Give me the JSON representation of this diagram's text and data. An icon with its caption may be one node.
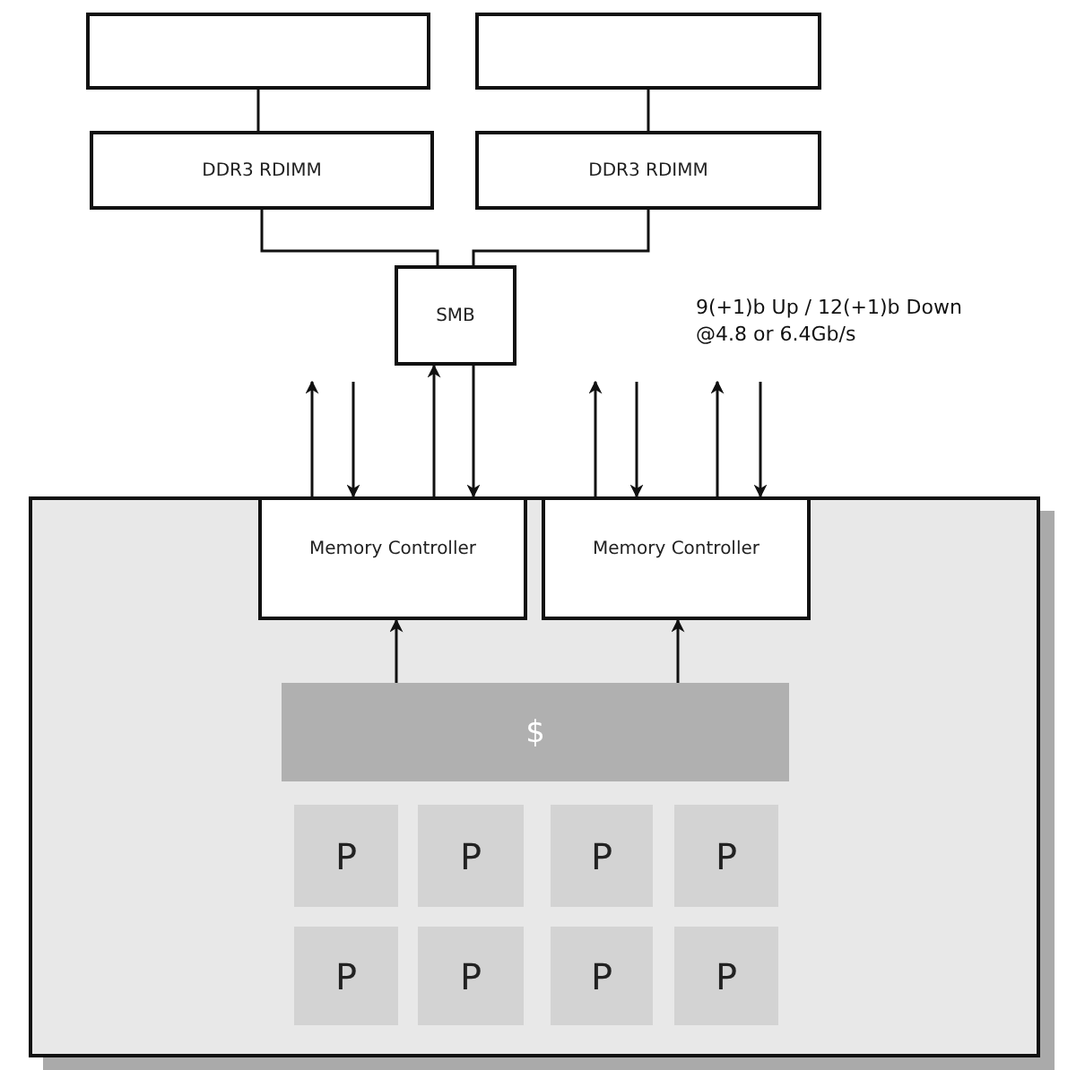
{
  "diagram": {
    "nodes": [
      {
        "text": [],
        "shape": "box"
      },
      {
        "text": [],
        "shape": "box"
      },
      {
        "text": [
          "DDR3 RDIMM"
        ]
      },
      {
        "text": [
          "DDR3 RDIMM"
        ]
      },
      {
        "text": [
          "SMB"
        ]
      },
      {
        "text": [],
        "shape": "box"
      },
      {
        "text": [
          "Memory Controller"
        ],
        "in": 5
      },
      {
        "text": [
          "Memory Controller"
        ],
        "in": 5
      },
      {
        "text": [
          "$"
        ],
        "in": 5
      },
      {
        "text": [
          "P"
        ],
        "in": 5
      },
      {
        "text": [
          "P"
        ],
        "in": 5
      },
      {
        "text": [
          "P"
        ],
        "in": 5
      },
      {
        "text": [
          "P"
        ],
        "in": 5
      },
      {
        "text": [
          "P"
        ],
        "in": 5
      },
      {
        "text": [
          "P"
        ],
        "in": 5
      },
      {
        "text": [
          "P"
        ],
        "in": 5
      },
      {
        "text": [
          "P"
        ],
        "in": 5
      }
    ],
    "edges": [
      {
        "from": 0,
        "to": 2,
        "arrow": "none"
      },
      {
        "from": 1,
        "to": 3,
        "arrow": "none"
      },
      {
        "from": 2,
        "to": 4,
        "arrow": "none"
      },
      {
        "from": 3,
        "to": 4,
        "arrow": "none"
      },
      {
        "from": 6,
        "to": null,
        "arrow": "to"
      },
      {
        "from": null,
        "to": 6,
        "arrow": "to"
      },
      {
        "from": 6,
        "to": 4,
        "arrow": "to"
      },
      {
        "from": 4,
        "to": 6,
        "arrow": "to"
      },
      {
        "from": 7,
        "to": null,
        "arrow": "to"
      },
      {
        "from": null,
        "to": 7,
        "arrow": "to"
      },
      {
        "from": 7,
        "to": null,
        "arrow": "to"
      },
      {
        "from": null,
        "to": 7,
        "arrow": "to"
      },
      {
        "from": 8,
        "to": 6,
        "arrow": "to"
      },
      {
        "from": 8,
        "to": 7,
        "arrow": "to"
      }
    ],
    "labels": [
      "9(+1)b Up / 12(+1)b Down @4.8 or 6.4Gb/s"
    ]
  }
}
